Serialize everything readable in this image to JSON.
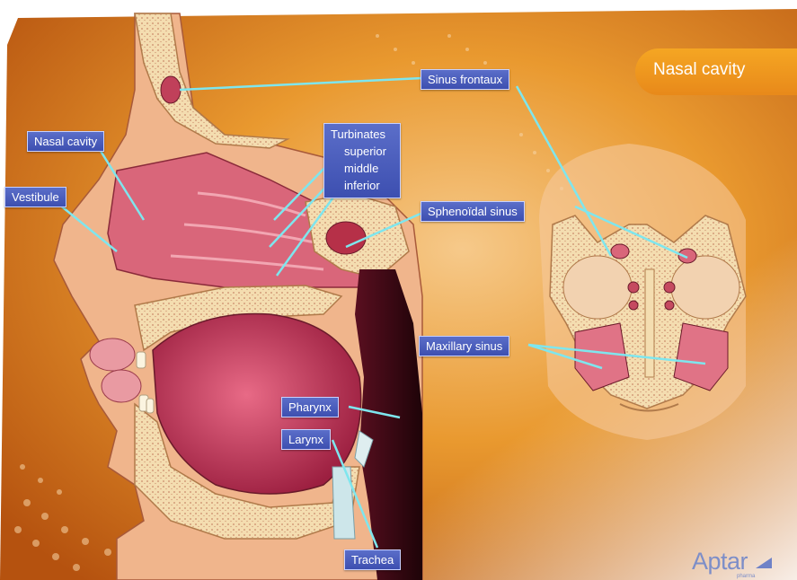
{
  "title": "Nasal cavity",
  "labels": {
    "sinus_frontaux": "Sinus frontaux",
    "nasal_cavity": "Nasal cavity",
    "vestibule": "Vestibule",
    "sphenoidal_sinus": "Sphenoïdal sinus",
    "maxillary_sinus": "Maxillary sinus",
    "pharynx": "Pharynx",
    "larynx": "Larynx",
    "trachea": "Trachea"
  },
  "turbinates": {
    "heading": "Turbinates",
    "superior": "superior",
    "middle": "middle",
    "inferior": "inferior"
  },
  "brand": {
    "name": "Aptar",
    "sub": "pharma"
  },
  "colors": {
    "background_orange": "#e8891a",
    "label_blue": "#4a5cbd",
    "leader_cyan": "#7ee6ee",
    "bone": "#f3dca8",
    "tissue_pink": "#e27a8a"
  }
}
